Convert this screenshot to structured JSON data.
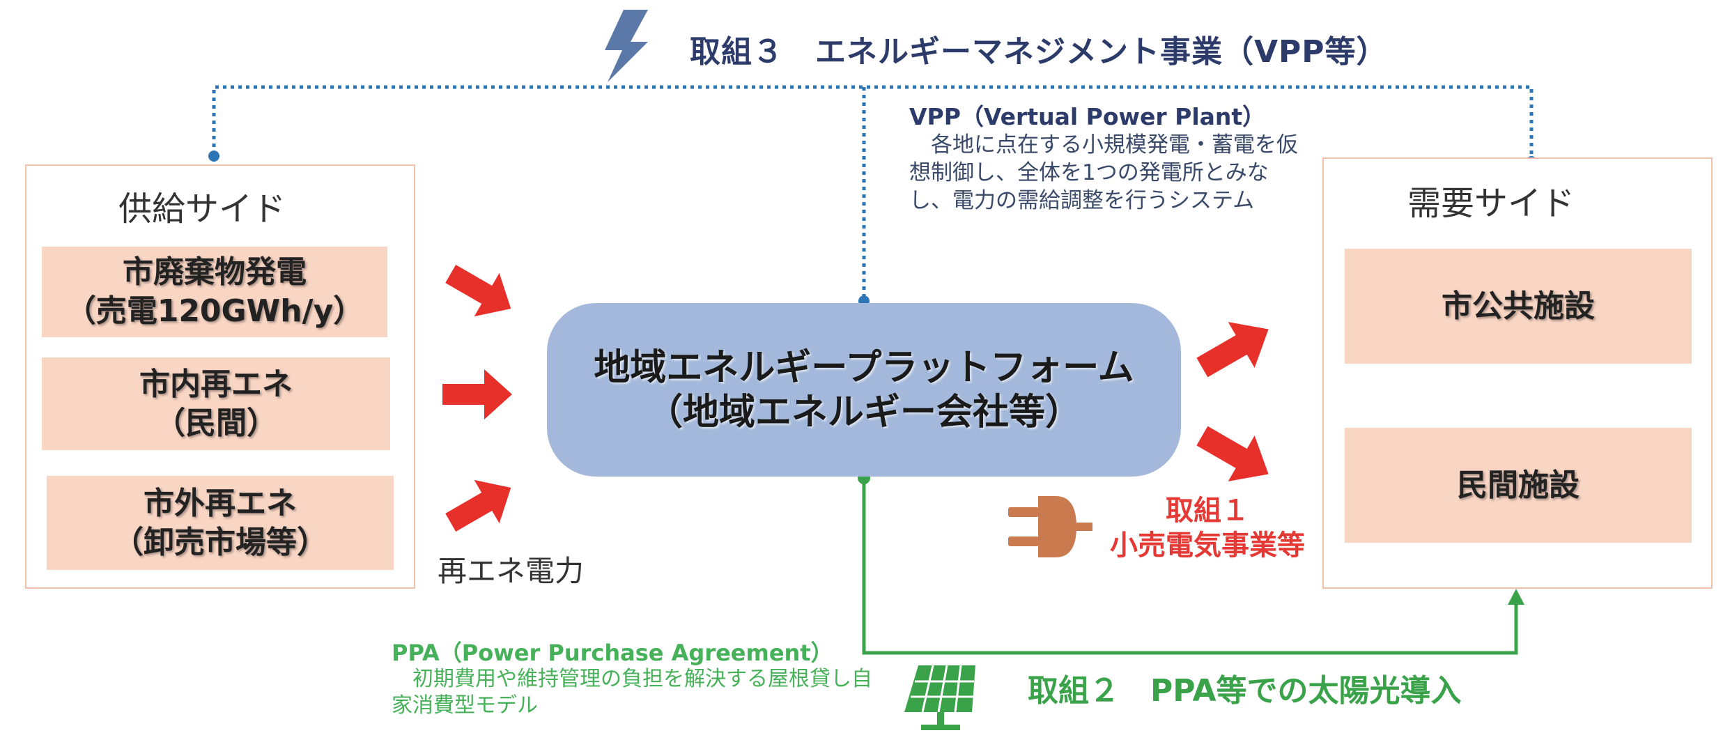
{
  "title": "取組３　エネルギーマネジメント事業（VPP等）",
  "vpp": {
    "head": "VPP（Vertual Power Plant）",
    "body": "各地に点在する小規模発電・蓄電を仮想制御し、全体を1つの発電所とみなし、電力の需給調整を行うシステム"
  },
  "supply": {
    "title": "供給サイド",
    "items": [
      {
        "line1": "市廃棄物発電",
        "line2": "（売電120GWh/y）"
      },
      {
        "line1": "市内再エネ",
        "line2": "（民間）"
      },
      {
        "line1": "市外再エネ",
        "line2": "（卸売市場等）"
      }
    ]
  },
  "platform": {
    "line1": "地域エネルギープラットフォーム",
    "line2": "（地域エネルギー会社等）"
  },
  "demand": {
    "title": "需要サイド",
    "items": [
      "市公共施設",
      "民間施設"
    ]
  },
  "renewable_label": "再エネ電力",
  "torikumi1": {
    "line1": "取組１",
    "line2": "小売電気事業等"
  },
  "torikumi2": "取組２　PPA等での太陽光導入",
  "ppa": {
    "head": "PPA（Power Purchase Agreement）",
    "body": "初期費用や維持管理の負担を解決する屋根貸し自家消費型モデル"
  },
  "icons": [
    "lightning-icon",
    "plug-icon",
    "solar-panel-icon"
  ],
  "colors": {
    "vpp_line": "#2e75b6",
    "arrow": "#e8302a",
    "ppa_line": "#3aa34a",
    "platform": "#a3b8da",
    "item_fill": "#f9d5c4",
    "box_border": "#f4c2aa"
  }
}
